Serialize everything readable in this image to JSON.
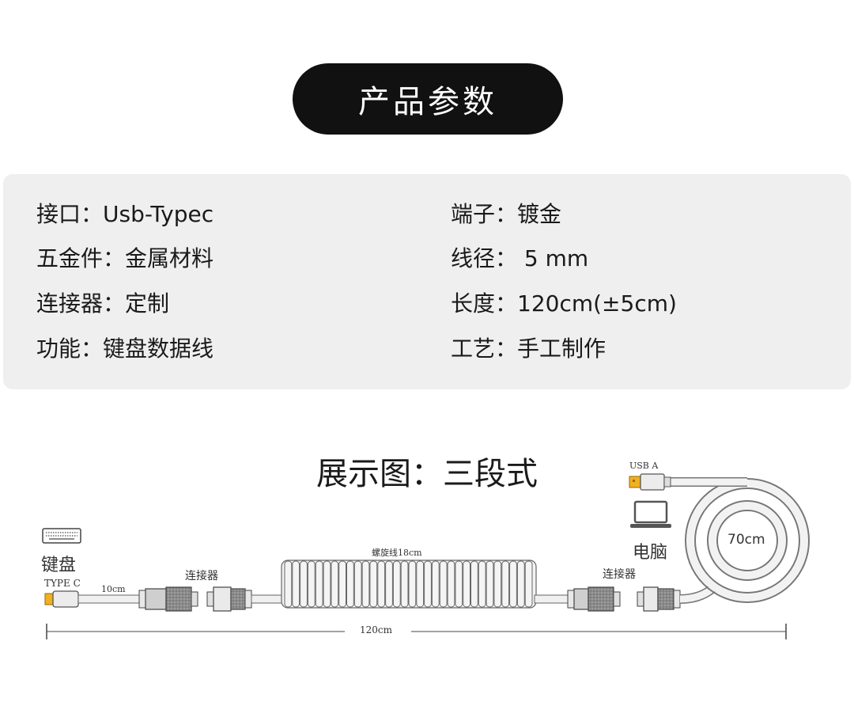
{
  "header": {
    "title": "产品参数"
  },
  "specs": {
    "left": [
      "接口：Usb-Typec",
      "五金件：金属材料",
      "连接器：定制",
      "功能：键盘数据线"
    ],
    "right": [
      "端子：镀金",
      "线径： 5 mm",
      "长度：120cm(±5cm)",
      "工艺：手工制作"
    ]
  },
  "diagram": {
    "title": "展示图：三段式",
    "keyboard_label": "键盘",
    "type_c_label": "TYPE  C",
    "segment_10cm": "10cm",
    "connector_left": "连接器",
    "coil_label": "螺旋线18cm",
    "connector_right": "连接器",
    "usb_a_label": "USB  A",
    "computer_label": "电脑",
    "loop_label": "70cm",
    "total_length": "120cm",
    "icons": [
      "keyboard-icon",
      "laptop-icon",
      "usb-a-plug-icon",
      "type-c-plug-icon"
    ]
  }
}
